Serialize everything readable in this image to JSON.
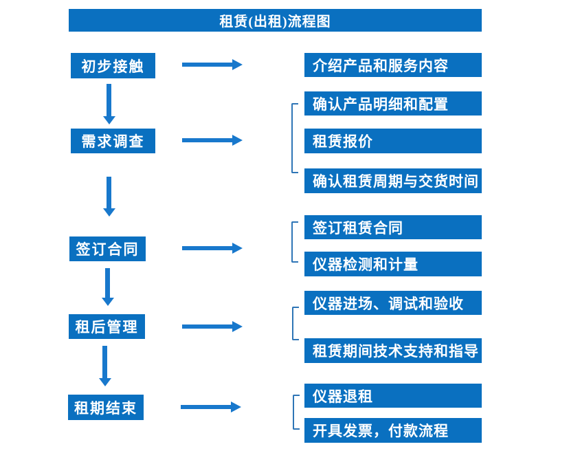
{
  "flow": {
    "title": "租赁(出租)流程图",
    "stages": [
      {
        "label": "初步接触",
        "outputs": [
          "介绍产品和服务内容"
        ]
      },
      {
        "label": "需求调查",
        "outputs": [
          "确认产品明细和配置",
          "租赁报价",
          "确认租赁周期与交货时间"
        ]
      },
      {
        "label": "签订合同",
        "outputs": [
          "签订租赁合同",
          "仪器检测和计量"
        ]
      },
      {
        "label": "租后管理",
        "outputs": [
          "仪器进场、调试和验收",
          "租赁期间技术支持和指导"
        ]
      },
      {
        "label": "租期结束",
        "outputs": [
          "仪器退租",
          "开具发票，付款流程"
        ]
      }
    ],
    "colors": {
      "box_blue": "#0a70c0",
      "arrow_blue": "#1878cc",
      "bracket_blue": "#2e75b6",
      "text_white": "#ffffff",
      "background": "#ffffff"
    }
  }
}
